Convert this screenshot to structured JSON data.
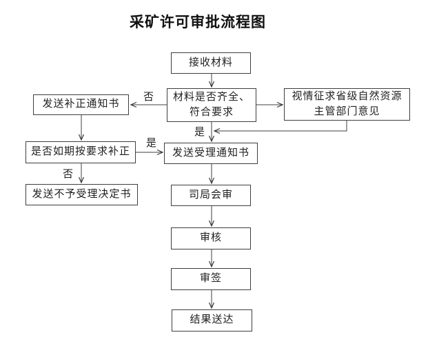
{
  "title": "采矿许可审批流程图",
  "diagram": {
    "type": "flowchart",
    "nodes": {
      "receive": {
        "label": "接收材料"
      },
      "check": {
        "label": "材料是否齐全、符合要求"
      },
      "consult": {
        "label": "视情征求省级自然资源主管部门意见"
      },
      "send_correction": {
        "label": "发送补正通知书"
      },
      "correct_on_time": {
        "label": "是否如期按要求补正"
      },
      "send_acceptance": {
        "label": "发送受理通知书"
      },
      "send_rejection": {
        "label": "发送不予受理决定书"
      },
      "joint_review": {
        "label": "司局会审"
      },
      "review": {
        "label": "审核"
      },
      "sign": {
        "label": "审签"
      },
      "deliver": {
        "label": "结果送达"
      }
    },
    "edge_labels": {
      "check_no": "否",
      "check_yes": "是",
      "correct_yes": "是",
      "correct_no": "否"
    },
    "edges": [
      {
        "from": "receive",
        "to": "check",
        "label": ""
      },
      {
        "from": "check",
        "to": "send_correction",
        "label": "否"
      },
      {
        "from": "check",
        "to": "consult",
        "label": ""
      },
      {
        "from": "check",
        "to": "send_acceptance",
        "label": "是"
      },
      {
        "from": "consult",
        "to": "send_acceptance",
        "label": ""
      },
      {
        "from": "send_correction",
        "to": "correct_on_time",
        "label": ""
      },
      {
        "from": "correct_on_time",
        "to": "send_acceptance",
        "label": "是"
      },
      {
        "from": "correct_on_time",
        "to": "send_rejection",
        "label": "否"
      },
      {
        "from": "send_acceptance",
        "to": "joint_review",
        "label": ""
      },
      {
        "from": "joint_review",
        "to": "review",
        "label": ""
      },
      {
        "from": "review",
        "to": "sign",
        "label": ""
      },
      {
        "from": "sign",
        "to": "deliver",
        "label": ""
      }
    ],
    "colors": {
      "background": "#ffffff",
      "box_border": "#3d3d3d",
      "line": "#3d3d3d",
      "text": "#1f1f1f"
    }
  }
}
